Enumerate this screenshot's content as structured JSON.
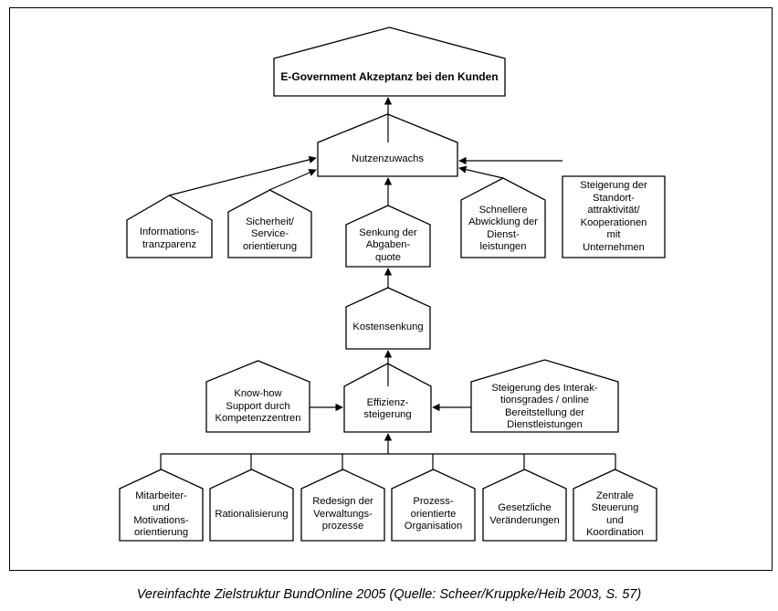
{
  "diagram": {
    "nodes": [
      {
        "id": "akzeptanz",
        "lines": [
          "E-Government Akzeptanz bei den Kunden"
        ],
        "bold": true
      },
      {
        "id": "nutzenzuwachs",
        "lines": [
          "Nutzenzuwachs"
        ]
      },
      {
        "id": "informationstransparenz",
        "lines": [
          "Informations-",
          "tranzparenz"
        ]
      },
      {
        "id": "sicherheit",
        "lines": [
          "Sicherheit/",
          "Service-",
          "orientierung"
        ]
      },
      {
        "id": "senkung",
        "lines": [
          "Senkung der",
          "Abgaben-",
          "quote"
        ]
      },
      {
        "id": "schnellere-abwicklung",
        "lines": [
          "Schnellere",
          "Abwicklung der",
          "Dienst-",
          "leistungen"
        ]
      },
      {
        "id": "standortattraktivitaet",
        "lines": [
          "Steigerung der",
          "Standort-",
          "attraktivität/",
          "Kooperationen",
          "mit",
          "Unternehmen"
        ]
      },
      {
        "id": "kostensenkung",
        "lines": [
          "Kostensenkung"
        ]
      },
      {
        "id": "effizienzsteigerung",
        "lines": [
          "Effizienz-",
          "steigerung"
        ]
      },
      {
        "id": "know-how",
        "lines": [
          "Know-how",
          "Support durch",
          "Kompetenzzentren"
        ]
      },
      {
        "id": "interaktionsgrad",
        "lines": [
          "Steigerung des Interak-",
          "tionsgrades / online",
          "Bereitstellung der",
          "Dienstleistungen"
        ]
      },
      {
        "id": "mitarbeiterorientierung",
        "lines": [
          "Mitarbeiter-",
          "und",
          "Motivations-",
          "orientierung"
        ]
      },
      {
        "id": "rationalisierung",
        "lines": [
          "Rationalisierung"
        ]
      },
      {
        "id": "redesign",
        "lines": [
          "Redesign der",
          "Verwaltungs-",
          "prozesse"
        ]
      },
      {
        "id": "prozessorientierte-organisation",
        "lines": [
          "Prozess-",
          "orientierte",
          "Organisation"
        ]
      },
      {
        "id": "gesetzliche-veraenderungen",
        "lines": [
          "Gesetzliche",
          "Veränderungen"
        ]
      },
      {
        "id": "zentrale-steuerung",
        "lines": [
          "Zentrale",
          "Steuerung",
          "und",
          "Koordination"
        ]
      }
    ]
  },
  "caption": "Vereinfachte Zielstruktur BundOnline 2005 (Quelle: Scheer/Kruppke/Heib 2003, S. 57)"
}
